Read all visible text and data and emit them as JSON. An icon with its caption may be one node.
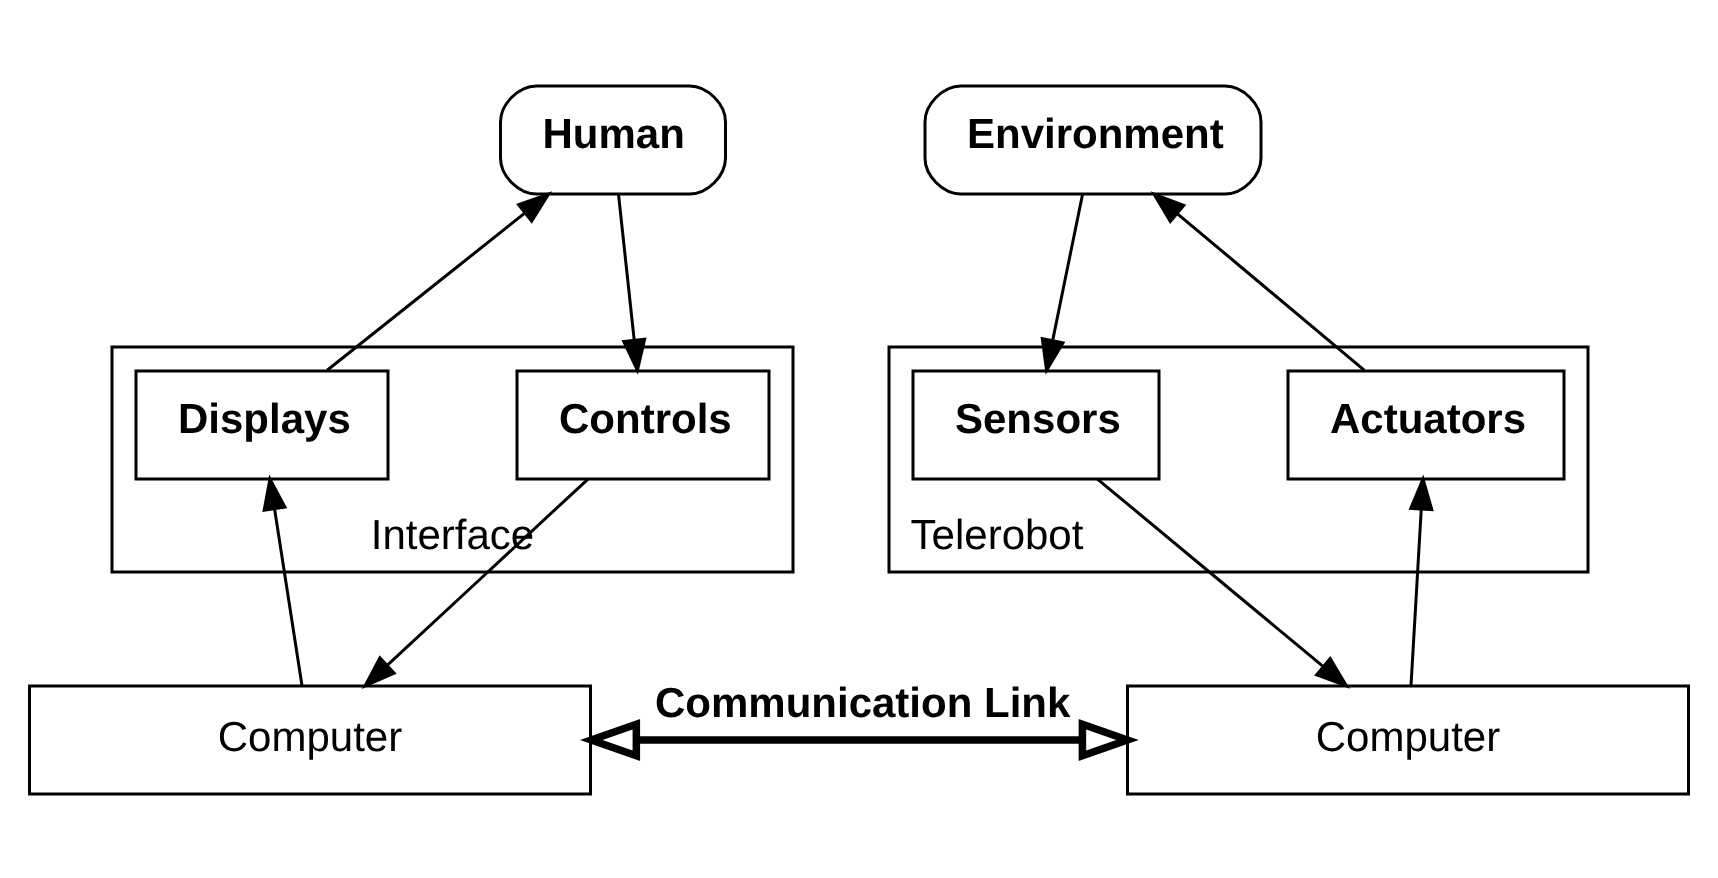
{
  "diagram": {
    "nodes": [
      {
        "text": [
          "Human"
        ]
      },
      {
        "text": [
          "Interface"
        ]
      },
      {
        "text": [
          "Displays"
        ],
        "in": 1
      },
      {
        "text": [
          "Controls"
        ],
        "in": 1
      },
      {
        "text": [
          "Computer"
        ]
      },
      {
        "text": [
          "Environment"
        ]
      },
      {
        "text": [
          "Telerobot"
        ]
      },
      {
        "text": [
          "Sensors"
        ],
        "in": 6
      },
      {
        "text": [
          "Actuators"
        ],
        "in": 6
      },
      {
        "text": [
          "Computer"
        ]
      }
    ],
    "edges": [
      {
        "from": 2,
        "to": 0,
        "arrow": "to"
      },
      {
        "from": 0,
        "to": 3,
        "arrow": "to"
      },
      {
        "from": 4,
        "to": 2,
        "arrow": "to"
      },
      {
        "from": 3,
        "to": 4,
        "arrow": "to"
      },
      {
        "from": 5,
        "to": 7,
        "arrow": "to"
      },
      {
        "from": 8,
        "to": 5,
        "arrow": "to"
      },
      {
        "from": 7,
        "to": 9,
        "arrow": "to"
      },
      {
        "from": 9,
        "to": 8,
        "arrow": "to"
      },
      {
        "from": 4,
        "to": 9,
        "arrow": "both",
        "label": "Communication Link",
        "style": "thick"
      }
    ]
  }
}
